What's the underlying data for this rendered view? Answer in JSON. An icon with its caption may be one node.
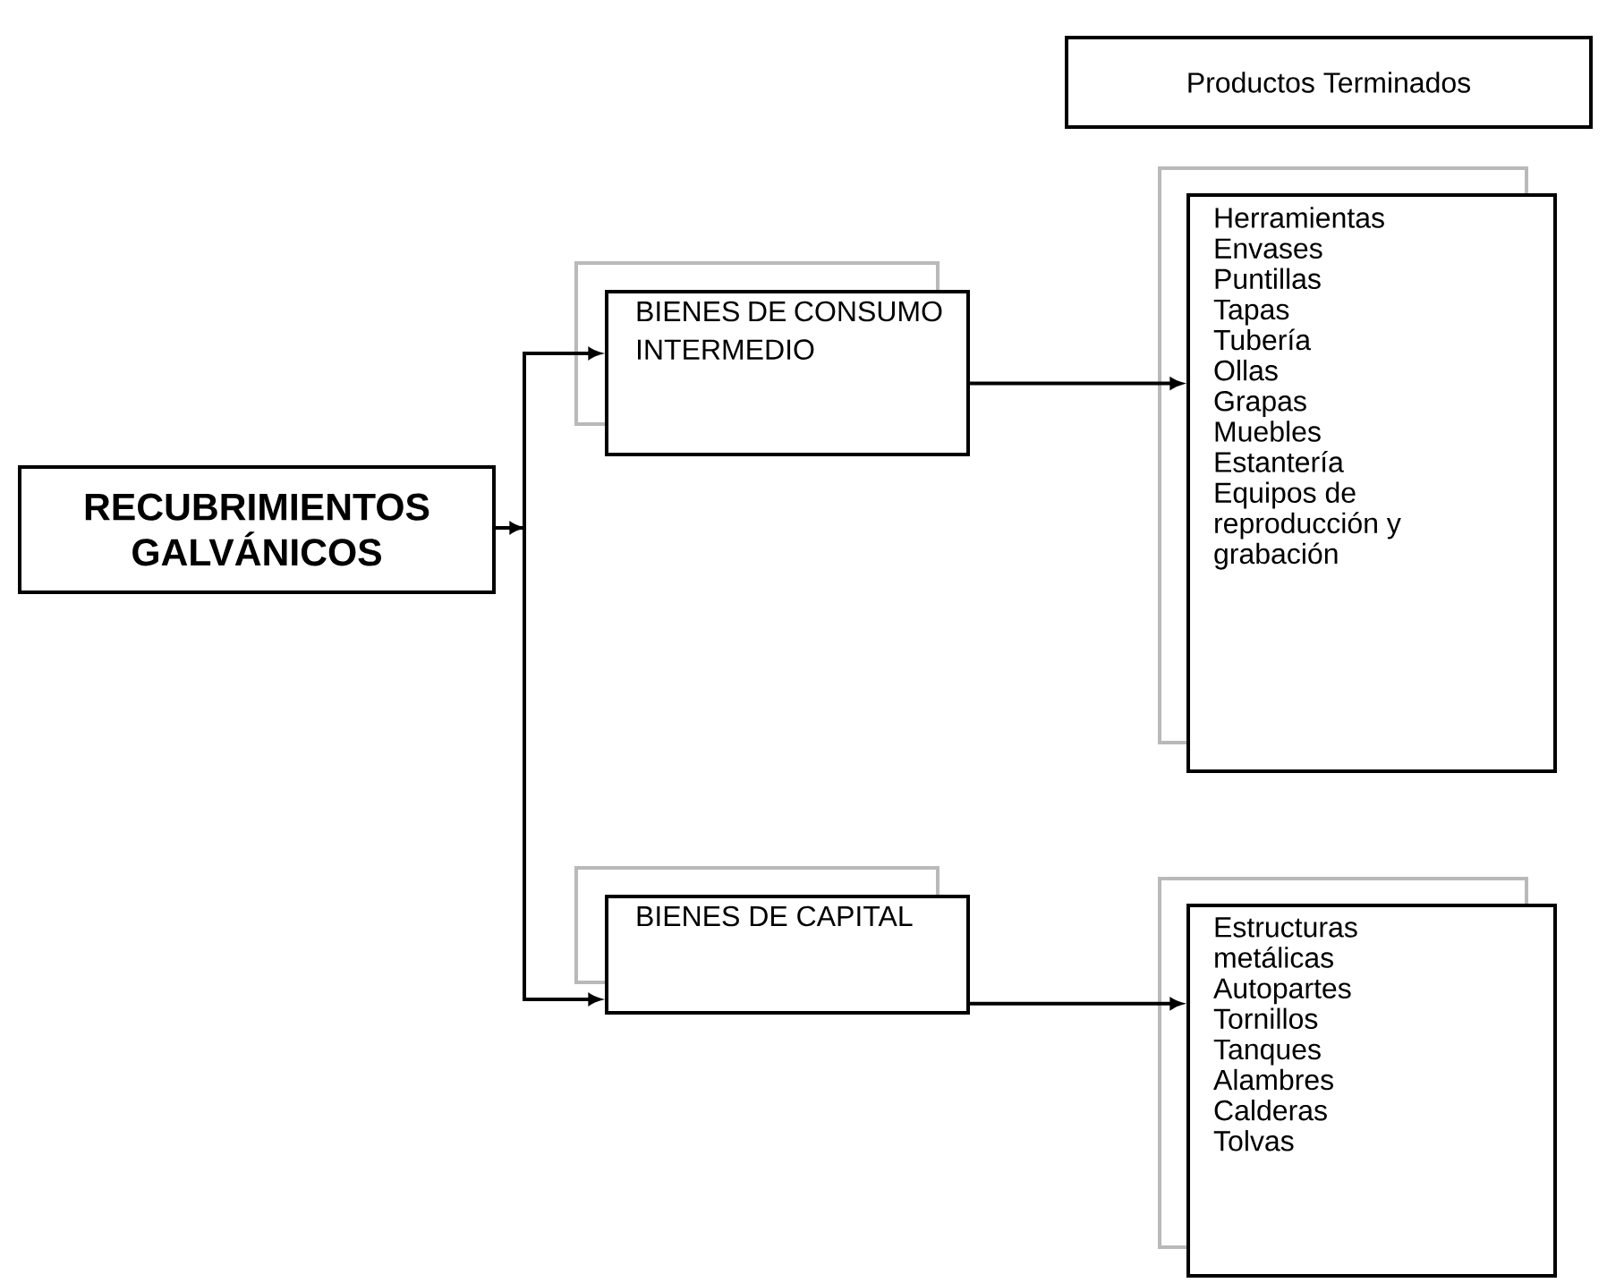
{
  "diagram": {
    "nodes": [
      {
        "text": [
          "RECUBRIMIENTOS GALVÁNICOS"
        ]
      },
      {
        "text": [
          "BIENES DE CONSUMO INTERMEDIO"
        ]
      },
      {
        "text": [
          "BIENES DE CAPITAL"
        ]
      },
      {
        "text": [
          "Productos Terminados"
        ]
      },
      {
        "text": [
          "Herramientas",
          "Envases",
          "Puntillas",
          "Tapas",
          "Tubería",
          "Ollas",
          "Grapas",
          "Muebles",
          "Estantería",
          "Equipos de reproducción y grabación"
        ]
      },
      {
        "text": [
          "Estructuras metálicas",
          "Autopartes",
          "Tornillos",
          "Tanques",
          "Alambres",
          "Calderas",
          "Tolvas"
        ]
      }
    ],
    "edges": [
      {
        "from": 0,
        "to": 1,
        "arrow": "to"
      },
      {
        "from": 0,
        "to": 2,
        "arrow": "to"
      },
      {
        "from": 1,
        "to": 4,
        "arrow": "to"
      },
      {
        "from": 2,
        "to": 5,
        "arrow": "to"
      }
    ]
  }
}
